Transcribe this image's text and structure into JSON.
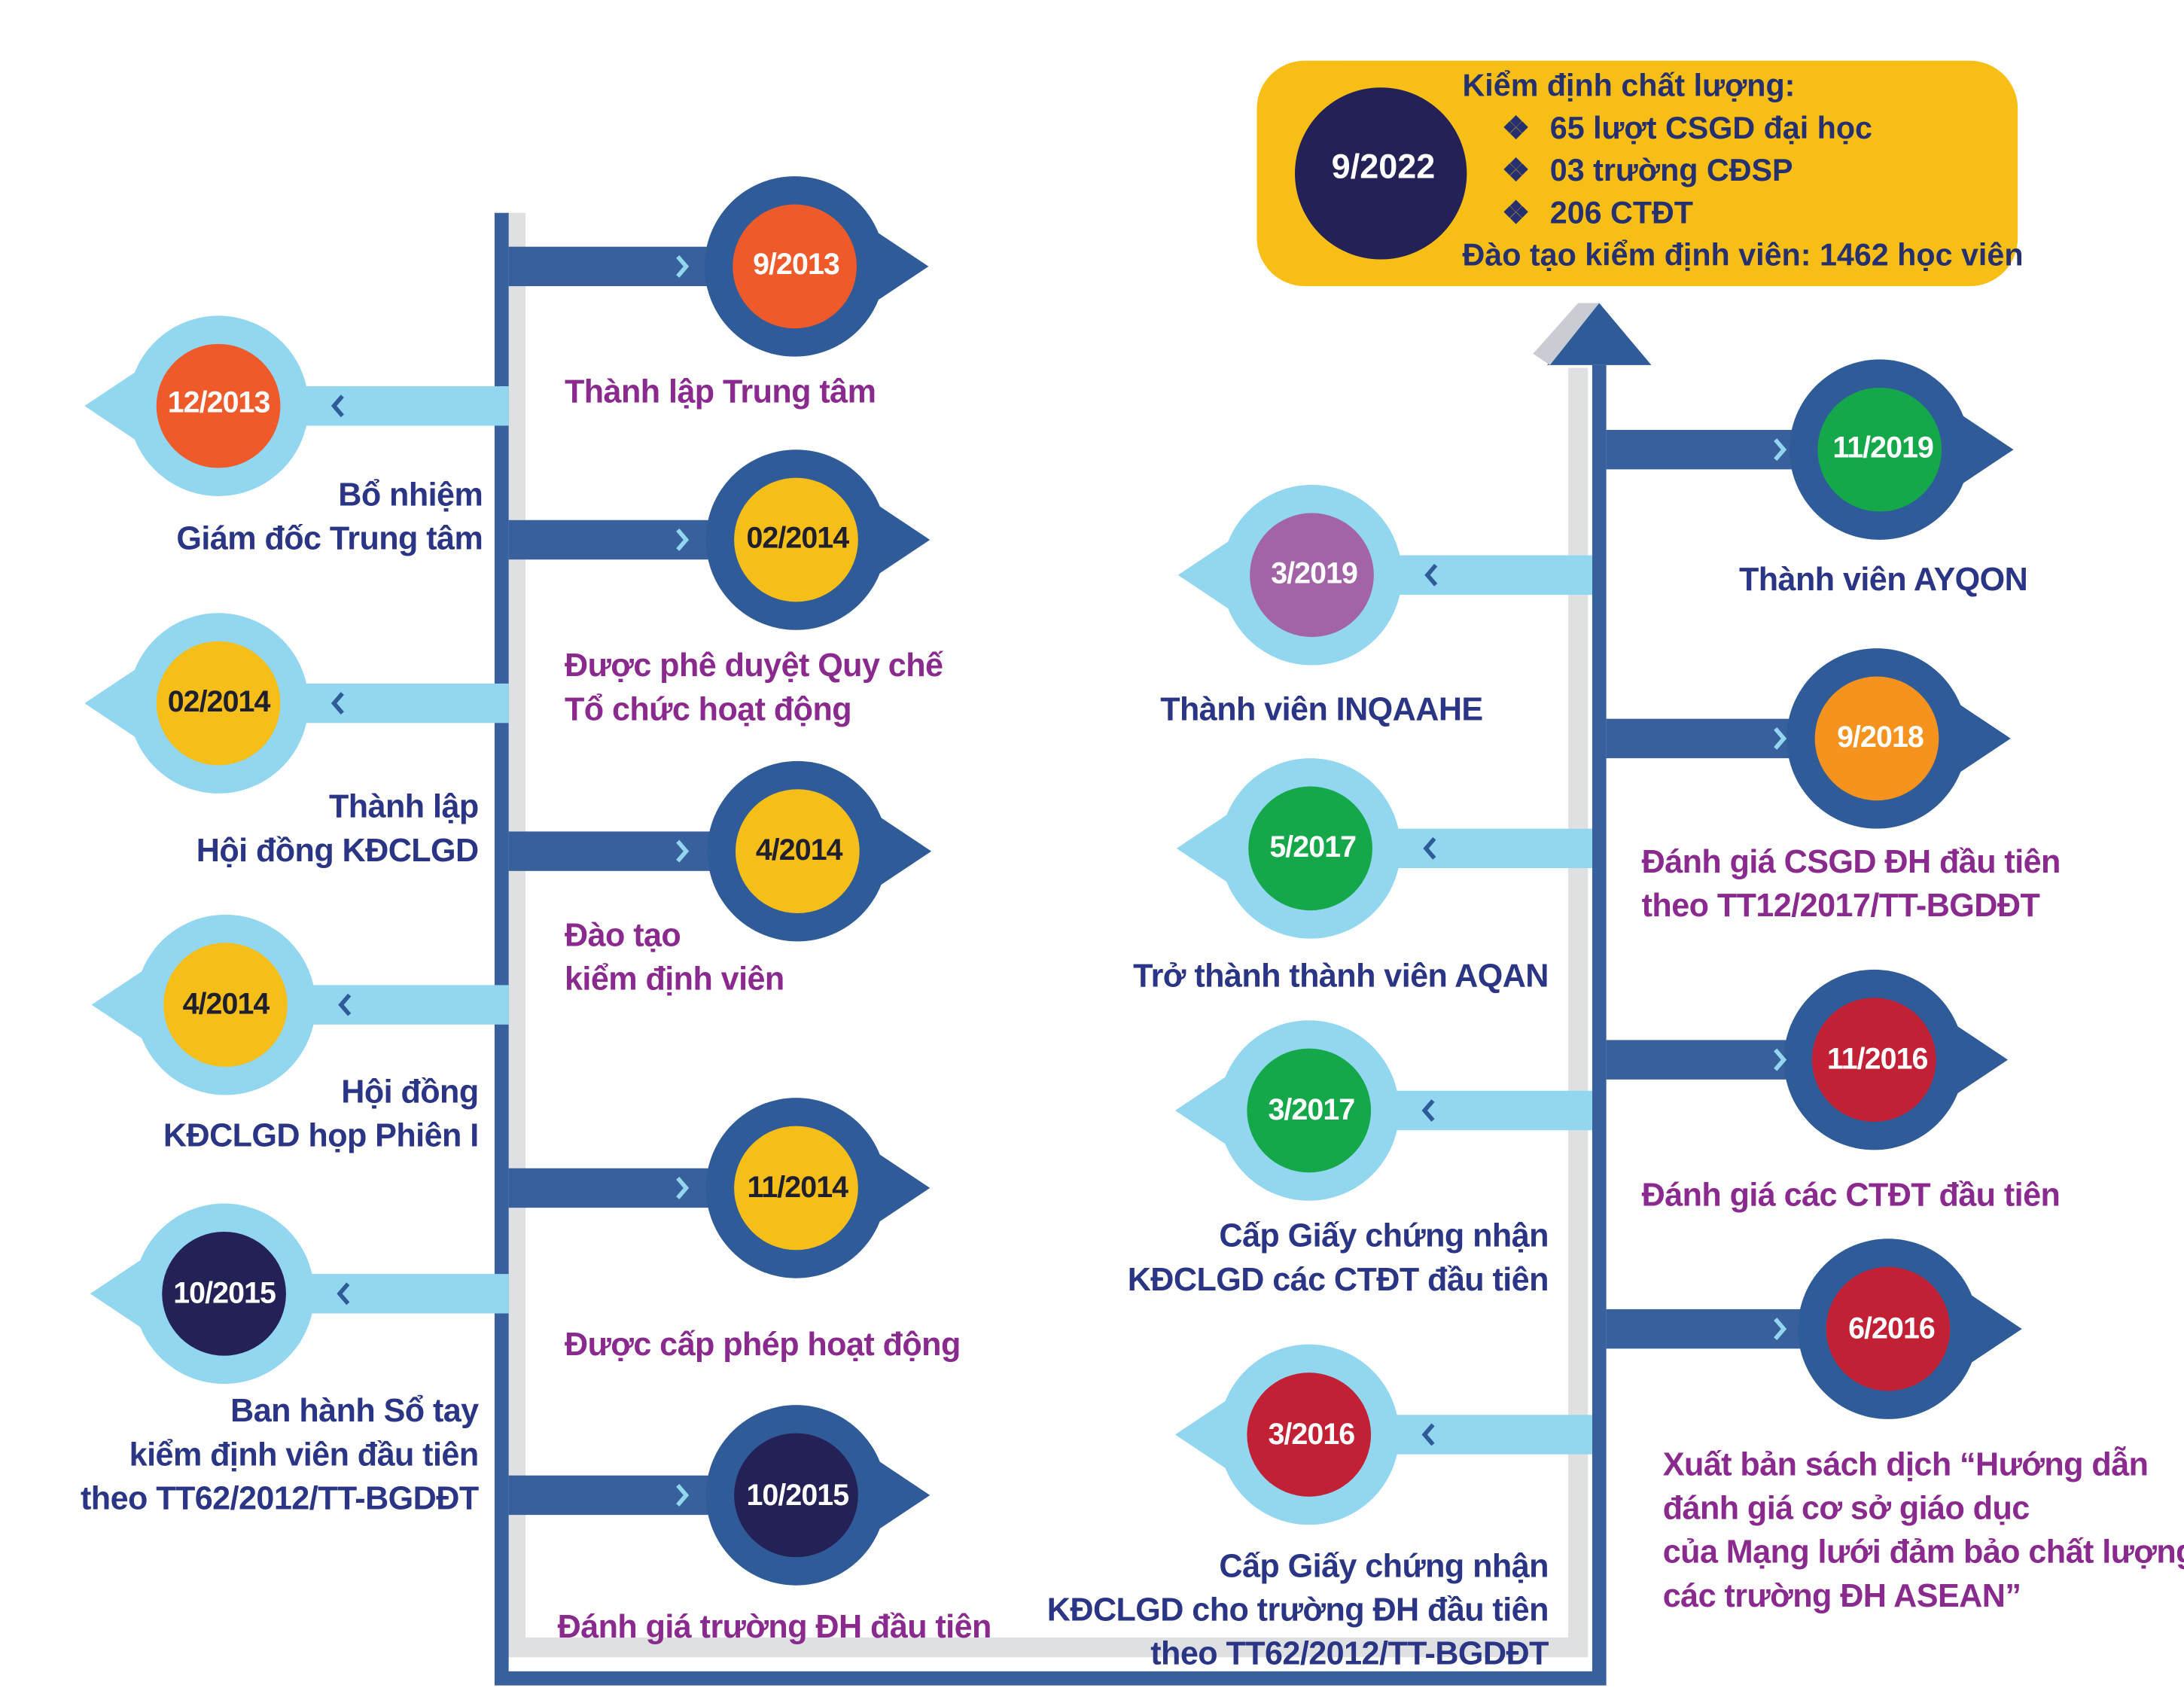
{
  "milestones": [
    {
      "date": "9/2013",
      "caption": [
        "Thành lập Trung tâm"
      ]
    },
    {
      "date": "12/2013",
      "caption": [
        "Bổ nhiệm",
        "Giám đốc Trung tâm"
      ]
    },
    {
      "date": "02/2014",
      "caption": [
        "Được phê duyệt Quy chế",
        "Tổ chức hoạt động"
      ]
    },
    {
      "date": "02/2014",
      "caption": [
        "Thành lập",
        "Hội đồng KĐCLGD"
      ]
    },
    {
      "date": "4/2014",
      "caption": [
        "Đào tạo",
        "kiểm định viên"
      ]
    },
    {
      "date": "4/2014",
      "caption": [
        "Hội đồng",
        "KĐCLGD họp Phiên I"
      ]
    },
    {
      "date": "11/2014",
      "caption": [
        "Được cấp phép hoạt động"
      ]
    },
    {
      "date": "10/2015",
      "caption": [
        "Ban hành Sổ tay",
        "kiểm định viên đầu tiên",
        "theo TT62/2012/TT-BGDĐT"
      ]
    },
    {
      "date": "10/2015",
      "caption": [
        "Đánh giá trường ĐH đầu tiên"
      ]
    },
    {
      "date": "3/2016",
      "caption": [
        "Cấp Giấy chứng nhận",
        "KĐCLGD cho trường ĐH đầu tiên",
        "theo TT62/2012/TT-BGDĐT"
      ]
    },
    {
      "date": "3/2017",
      "caption": [
        "Cấp Giấy chứng nhận",
        "KĐCLGD các CTĐT đầu tiên"
      ]
    },
    {
      "date": "5/2017",
      "caption": [
        "Trở thành thành viên AQAN"
      ]
    },
    {
      "date": "3/2019",
      "caption": [
        "Thành viên INQAAHE"
      ]
    },
    {
      "date": "11/2019",
      "caption": [
        "Thành viên AYQON"
      ]
    },
    {
      "date": "9/2018",
      "caption": [
        "Đánh giá CSGD ĐH đầu tiên",
        "theo TT12/2017/TT-BGDĐT"
      ]
    },
    {
      "date": "11/2016",
      "caption": [
        "Đánh giá các CTĐT đầu tiên"
      ]
    },
    {
      "date": "6/2016",
      "caption": [
        "Xuất bản sách dịch “Hướng dẫn",
        "đánh giá cơ sở giáo dục",
        "của Mạng lưới đảm bảo chất lượng",
        "các trường ĐH ASEAN”"
      ]
    }
  ],
  "summary": {
    "date": "9/2022",
    "heading": "Kiểm định chất lượng:",
    "bullets": [
      "65 lượt  CSGD đại học",
      "03 trường CĐSP",
      "206 CTĐT"
    ],
    "bullet_glyph": "❖",
    "footer": "Đào tạo kiểm định viên: 1462 học viên"
  },
  "colors": {
    "spine": "#37609c",
    "ring": "#2f5c99",
    "ring_light": "#93d6f0",
    "arm_light": "#93d6f0",
    "info_box": "#f7be16",
    "info_circle": "#232156",
    "orange": "#ef5a2a",
    "yellow": "#f6be18",
    "navy": "#232156",
    "purple": "#a364a7",
    "green": "#14a84a",
    "red": "#c22034",
    "amber": "#f6921e",
    "caption_navy": "#2b3585",
    "caption_purple": "#8a2a8e"
  }
}
